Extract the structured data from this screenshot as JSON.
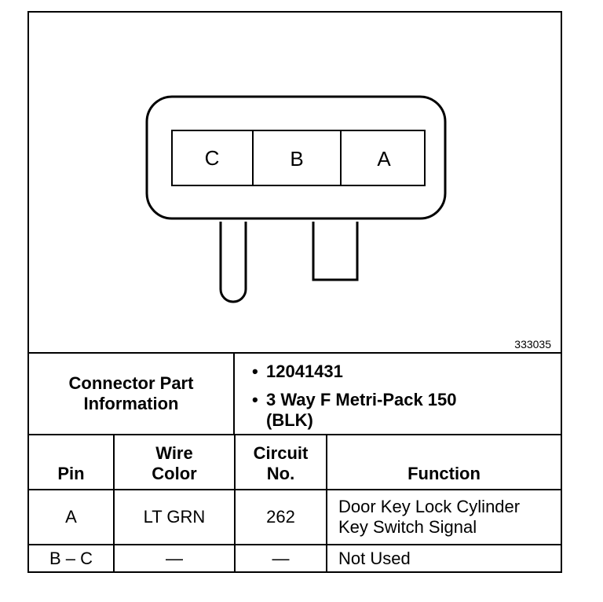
{
  "connector": {
    "cavities": [
      "C",
      "B",
      "A"
    ],
    "drawing_id": "333035"
  },
  "info": {
    "title": "Connector Part Information",
    "items": [
      "12041431",
      "3 Way F Metri-Pack 150 (BLK)"
    ]
  },
  "table": {
    "headers": [
      "Pin",
      "Wire Color",
      "Circuit No.",
      "Function"
    ],
    "rows": [
      [
        "A",
        "LT GRN",
        "262",
        "Door Key Lock Cylinder Key Switch Signal"
      ],
      [
        "B – C",
        "—",
        "—",
        "Not Used"
      ]
    ]
  }
}
